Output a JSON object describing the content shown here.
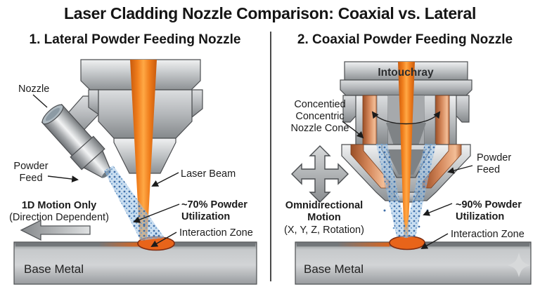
{
  "title": "Laser Cladding Nozzle Comparison: Coaxial vs. Lateral",
  "left_panel": {
    "heading": "1. Lateral Powder Feeding Nozzle",
    "labels": {
      "nozzle": "Nozzle",
      "powder_feed_1": "Powder",
      "powder_feed_2": "Feed",
      "laser_beam": "Laser Beam",
      "utilization_1": "~70% Powder",
      "utilization_2": "Utilization",
      "interaction_zone": "Interaction Zone",
      "motion_1": "1D Motion Only",
      "motion_2": "(Direction Dependent)",
      "base_metal": "Base Metal"
    }
  },
  "right_panel": {
    "heading": "2. Coaxial Powder Feeding Nozzle",
    "labels": {
      "brand": "Intouchray",
      "cone_1": "Concentied",
      "cone_2": "Concentric",
      "cone_3": "Nozzle Cone",
      "powder_feed_1": "Powder",
      "powder_feed_2": "Feed",
      "utilization_1": "~90% Powder",
      "utilization_2": "Utilization",
      "interaction_zone": "Interaction Zone",
      "motion_1": "Omnidirectional",
      "motion_2": "Motion",
      "motion_3": "(X, Y, Z, Rotation)",
      "base_metal": "Base Metal"
    }
  },
  "colors": {
    "laser_orange": "#F5821E",
    "powder_blue": "#3E6EA8",
    "copper": "#C97C4E",
    "metal_gray": "#C6C9CB",
    "melt_pool": "#E8641A",
    "text": "#1B1B1B"
  }
}
